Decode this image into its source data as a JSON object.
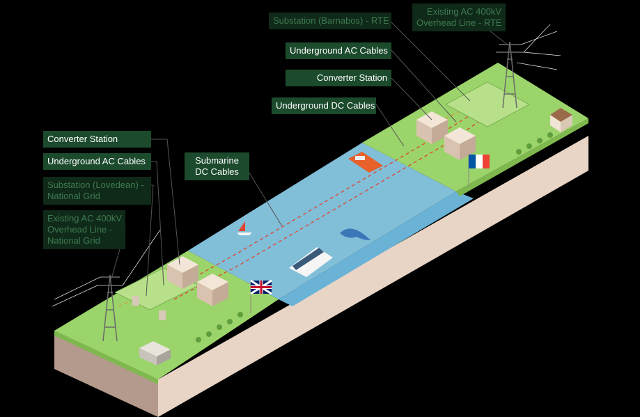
{
  "labels": {
    "substation_barnabos": "Substation (Barnabos) - RTE",
    "existing_ac_rte_line1": "Existing AC 400kV",
    "existing_ac_rte_line2": "Overhead Line - RTE",
    "underground_ac_fr": "Underground AC Cables",
    "converter_station_fr": "Converter Station",
    "underground_dc_fr": "Underground DC Cables",
    "converter_station_uk": "Converter Station",
    "underground_ac_uk": "Underground AC Cables",
    "substation_lovedean_line1": "Substation (Lovedean) -",
    "substation_lovedean_line2": "National Grid",
    "existing_ac_ng_line1": "Existing AC 400kV",
    "existing_ac_ng_line2": "Overhead Line -",
    "existing_ac_ng_line3": "National Grid",
    "submarine_line1": "Submarine",
    "submarine_line2": "DC Cables"
  },
  "colors": {
    "background": "#000000",
    "label_bg": "#1c4a2c",
    "label_bg_dim": "#0f2a18",
    "label_text": "#ffffff",
    "label_text_dim": "#3f7a52",
    "grass": "#9bd46a",
    "earth": "#e9d5c6",
    "water": "#8fd3f0",
    "dc_cable": "#e0452f",
    "ac_cable": "#d4a040"
  },
  "icons": [
    "uk-flag-icon",
    "france-flag-icon",
    "pylon-icon",
    "house-icon",
    "ship-icon",
    "ferry-icon",
    "dolphin-icon",
    "sailboat-icon",
    "tree-icon"
  ]
}
